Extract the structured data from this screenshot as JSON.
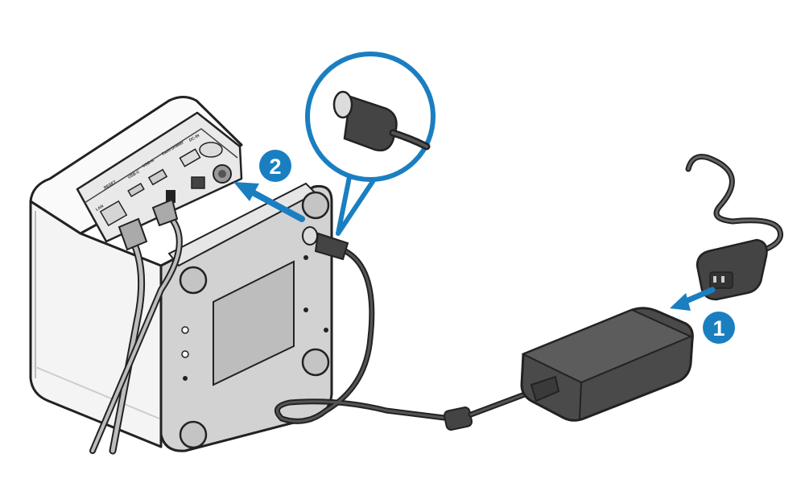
{
  "steps": [
    {
      "number": "1"
    },
    {
      "number": "2"
    }
  ],
  "printer": {
    "port_labels": [
      "LAN",
      "RESET",
      "USB-C",
      "USB-A",
      "Cash Drawer",
      "DC-IN"
    ]
  },
  "colors": {
    "accent": "#1a7fc1",
    "outline": "#222222",
    "printer_body": "#f2f2f2",
    "printer_bottom": "#cfcfcf",
    "adapter": "#4a4a4a",
    "cable": "#3a3a3a"
  },
  "icons": [
    "printer-image",
    "ac-power-cord-icon",
    "power-adapter-icon",
    "dc-plug-icon",
    "zoom-callout-icon",
    "arrow-icon"
  ]
}
